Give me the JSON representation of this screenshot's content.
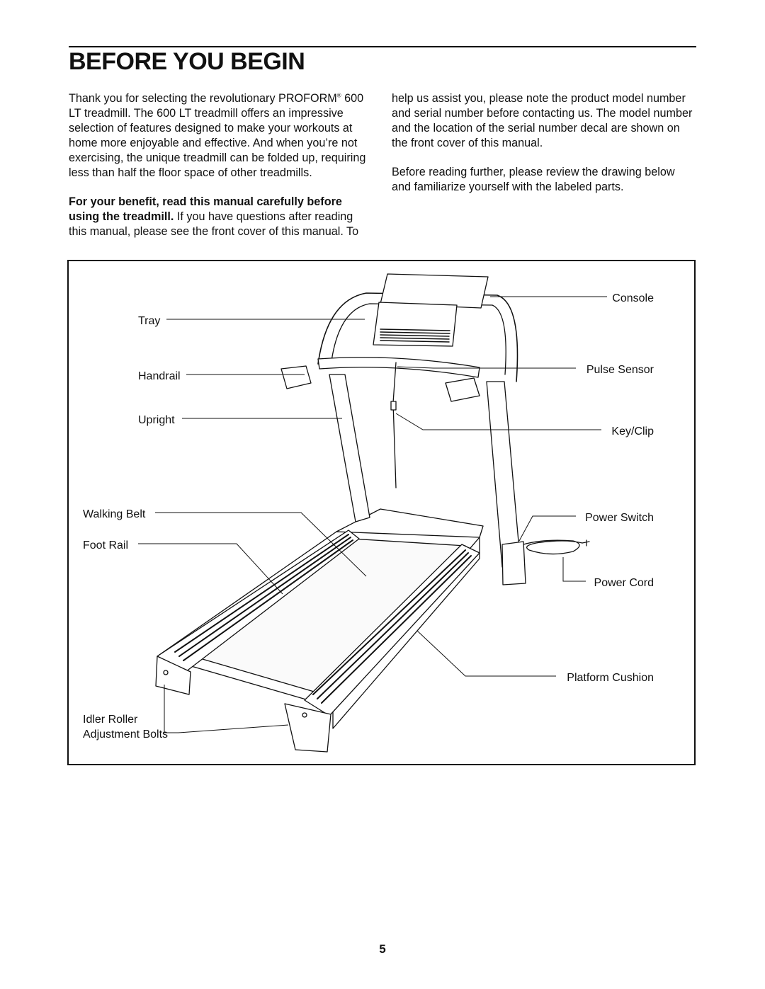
{
  "header": {
    "title": "BEFORE YOU BEGIN"
  },
  "intro": {
    "left_text_1": "Thank you for selecting the revolutionary PROFORM",
    "reg_mark": "®",
    "left_text_2": "600 LT treadmill. The 600 LT treadmill offers an impressive selection of features designed to make your workouts at home more enjoyable and effective. And when you’re not exercising, the unique treadmill can be folded up, requiring less than half the floor space of other treadmills.",
    "bold_lead": "For your benefit, read this manual carefully before using the treadmill.",
    "after_bold": "If you have questions after reading this manual, please see the front cover of this manual. To help us assist you, please note the product model number and serial number before contacting us. The model number and the location of the serial number decal are shown on the front cover of this manual.",
    "review_text": "Before reading further, please review the drawing below and familiarize yourself with the labeled parts."
  },
  "diagram": {
    "labels": {
      "tray": "Tray",
      "handrail": "Handrail",
      "upright": "Upright",
      "walking_belt": "Walking Belt",
      "foot_rail": "Foot Rail",
      "idler_roller_line1": "Idler Roller",
      "idler_roller_line2": "Adjustment Bolts",
      "console": "Console",
      "pulse_sensor": "Pulse Sensor",
      "key_clip": "Key/Clip",
      "power_switch": "Power Switch",
      "power_cord": "Power Cord",
      "platform_cushion": "Platform Cushion"
    }
  },
  "footer": {
    "page_number": "5"
  }
}
